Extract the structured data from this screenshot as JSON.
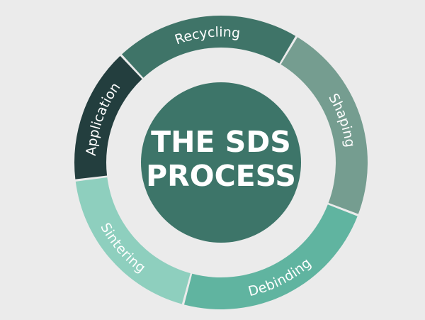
{
  "diagram": {
    "center": {
      "line1": "THE SDS",
      "line2": "PROCESS",
      "color": "#3d7569"
    },
    "segments": [
      {
        "label": "Recycling",
        "color": "#3f7468"
      },
      {
        "label": "Shaping",
        "color": "#759d90"
      },
      {
        "label": "Debinding",
        "color": "#60b4a0"
      },
      {
        "label": "Sintering",
        "color": "#8ecfbe"
      },
      {
        "label": "Application",
        "color": "#233e3e"
      }
    ],
    "background": "#ebebeb"
  }
}
